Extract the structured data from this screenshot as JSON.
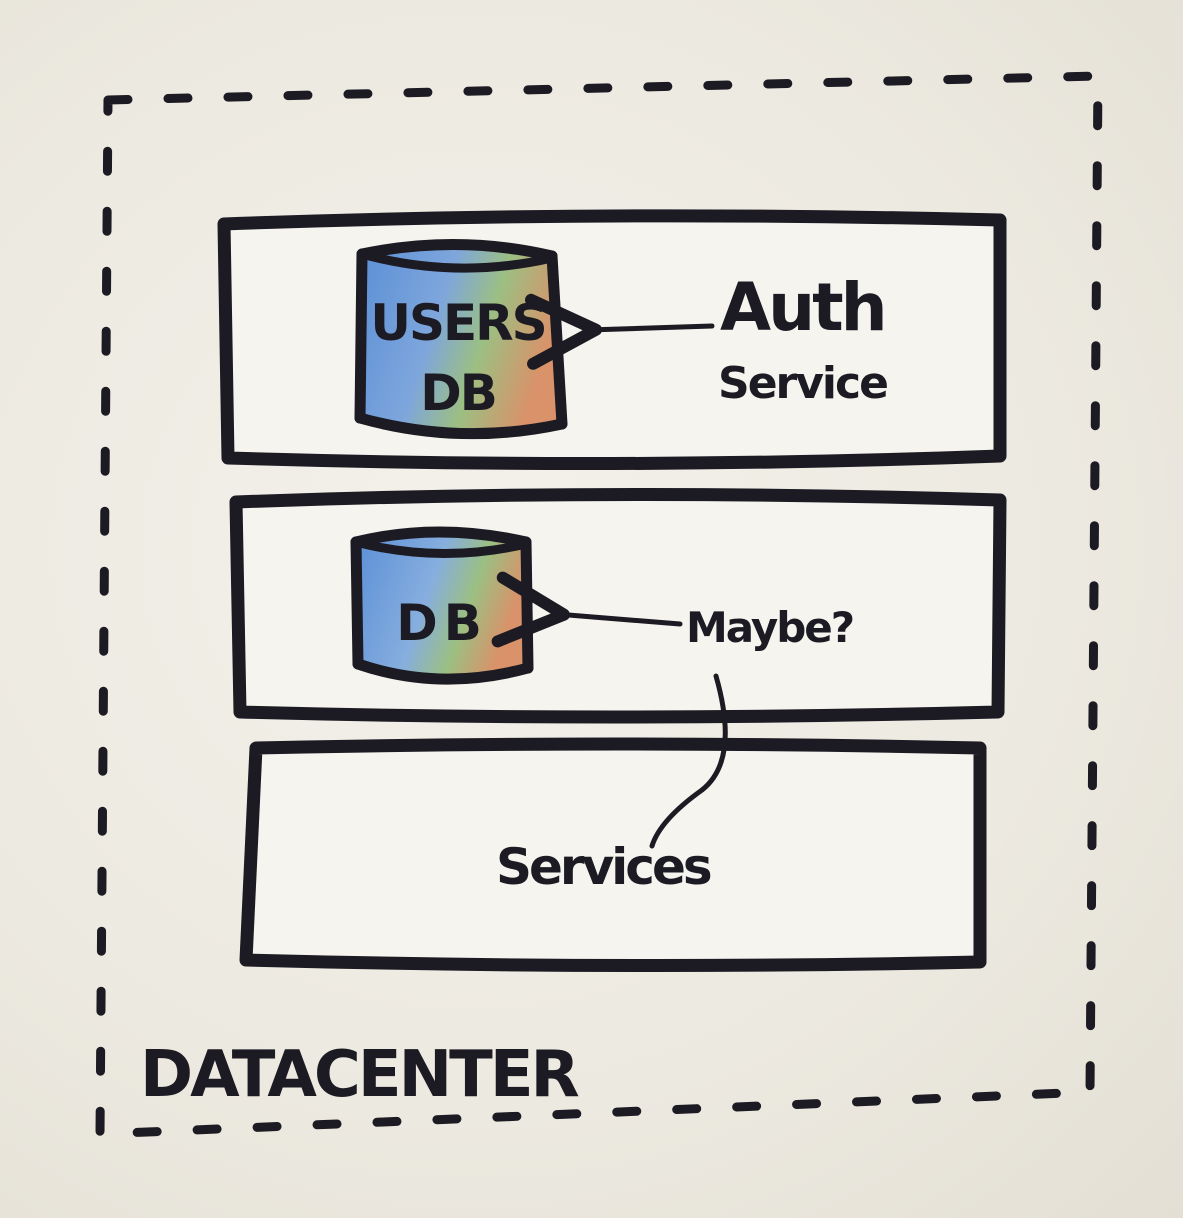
{
  "diagram": {
    "container": {
      "label": "DATACENTER"
    },
    "tiers": [
      {
        "database": {
          "line1": "USERS",
          "line2": "DB"
        },
        "annotation": {
          "line1": "Auth",
          "line2": "Service"
        }
      },
      {
        "database": {
          "line1": "DB"
        },
        "annotation": {
          "line1": "Maybe?"
        }
      },
      {
        "label": "Services"
      }
    ],
    "colors": {
      "ink": "#1c1a22",
      "paper": "#eeebe2",
      "db_blue": "#5b8fd6",
      "db_green": "#8fb86a",
      "db_orange": "#d9926a"
    },
    "icons": [
      "database-cylinder-icon",
      "arrow-left-icon"
    ]
  }
}
